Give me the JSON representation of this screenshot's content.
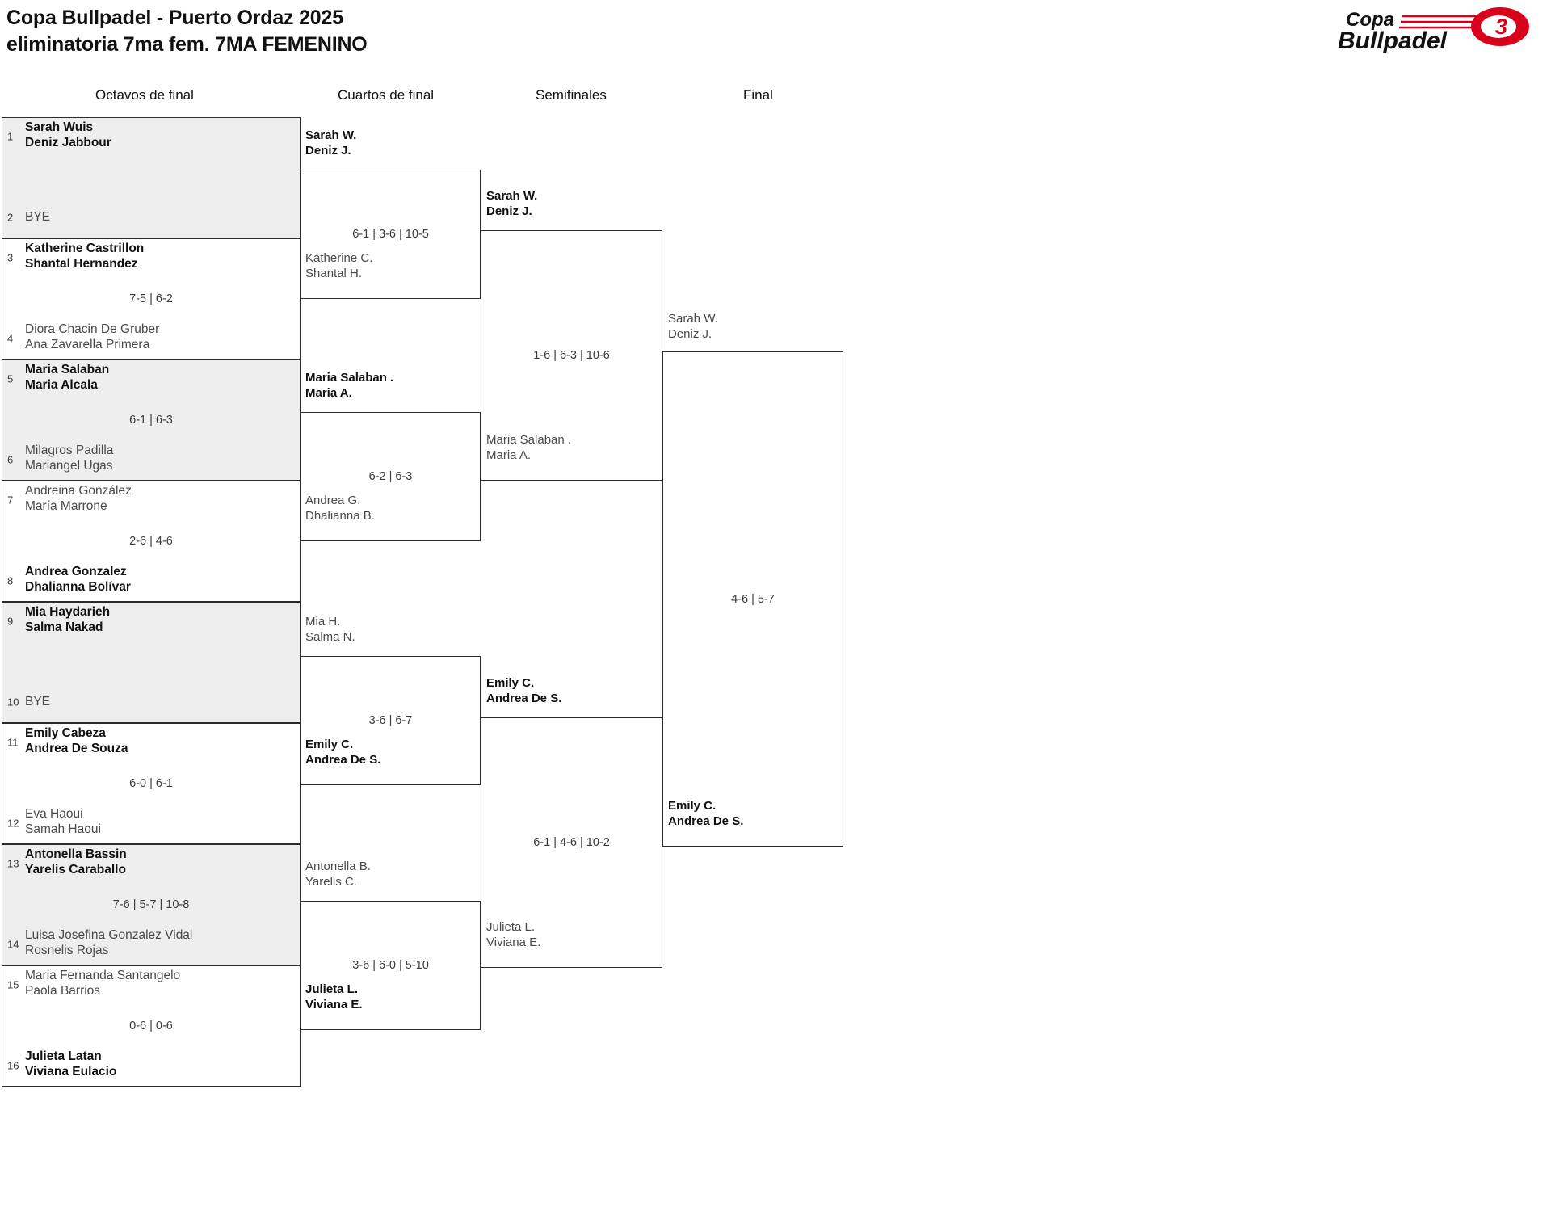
{
  "header": {
    "title": "Copa Bullpadel - Puerto Ordaz 2025\neliminatoria 7ma fem. 7MA FEMENINO",
    "logo": {
      "line1": "Copa",
      "line2": "Bullpadel",
      "emblem": "3",
      "colors": {
        "black": "#111111",
        "red": "#d9001b"
      }
    }
  },
  "rounds": [
    {
      "name": "octavos",
      "label": "Octavos de final"
    },
    {
      "name": "cuartos",
      "label": "Cuartos de final"
    },
    {
      "name": "semifinales",
      "label": "Semifinales"
    },
    {
      "name": "final",
      "label": "Final"
    }
  ],
  "chart_data": {
    "type": "bracket",
    "title": "Copa Bullpadel - Puerto Ordaz 2025 eliminatoria 7ma fem. 7MA FEMENINO",
    "rounds": [
      "Octavos de final",
      "Cuartos de final",
      "Semifinales",
      "Final"
    ],
    "entrants": 16
  },
  "round1": [
    {
      "shaded": true,
      "score": "",
      "top": {
        "seed": "1",
        "names": "Sarah Wuis\nDeniz Jabbour",
        "result": "win"
      },
      "bottom": {
        "seed": "2",
        "names": "BYE",
        "result": "bye"
      }
    },
    {
      "shaded": false,
      "score": "7-5 | 6-2",
      "top": {
        "seed": "3",
        "names": "Katherine Castrillon\nShantal Hernandez",
        "result": "win"
      },
      "bottom": {
        "seed": "4",
        "names": "Diora Chacin De Gruber\nAna Zavarella Primera",
        "result": "lose"
      }
    },
    {
      "shaded": true,
      "score": "6-1 | 6-3",
      "top": {
        "seed": "5",
        "names": "Maria Salaban\nMaria Alcala",
        "result": "win"
      },
      "bottom": {
        "seed": "6",
        "names": "Milagros Padilla\nMariangel Ugas",
        "result": "lose"
      }
    },
    {
      "shaded": false,
      "score": "2-6 | 4-6",
      "top": {
        "seed": "7",
        "names": "Andreina González\nMaría Marrone",
        "result": "lose"
      },
      "bottom": {
        "seed": "8",
        "names": "Andrea Gonzalez\nDhalianna Bolívar",
        "result": "win"
      }
    },
    {
      "shaded": true,
      "score": "",
      "top": {
        "seed": "9",
        "names": "Mia Haydarieh\nSalma Nakad",
        "result": "win"
      },
      "bottom": {
        "seed": "10",
        "names": "BYE",
        "result": "bye"
      }
    },
    {
      "shaded": false,
      "score": "6-0 | 6-1",
      "top": {
        "seed": "11",
        "names": "Emily Cabeza\nAndrea De Souza",
        "result": "win"
      },
      "bottom": {
        "seed": "12",
        "names": "Eva Haoui\nSamah Haoui",
        "result": "lose"
      }
    },
    {
      "shaded": true,
      "score": "7-6 | 5-7 | 10-8",
      "top": {
        "seed": "13",
        "names": "Antonella Bassin\nYarelis Caraballo",
        "result": "win"
      },
      "bottom": {
        "seed": "14",
        "names": "Luisa Josefina Gonzalez Vidal\nRosnelis Rojas",
        "result": "lose"
      }
    },
    {
      "shaded": false,
      "score": "0-6 | 0-6",
      "top": {
        "seed": "15",
        "names": "Maria Fernanda Santangelo\nPaola Barrios",
        "result": "lose"
      },
      "bottom": {
        "seed": "16",
        "names": "Julieta Latan\nViviana Eulacio",
        "result": "win"
      }
    }
  ],
  "round2": [
    {
      "score": "6-1 | 3-6 | 10-5",
      "top": {
        "names": "Sarah W.\nDeniz J.",
        "result": "win"
      },
      "bottom": {
        "names": "Katherine C.\nShantal H.",
        "result": "lose"
      }
    },
    {
      "score": "6-2 | 6-3",
      "top": {
        "names": "Maria Salaban .\nMaria A.",
        "result": "win"
      },
      "bottom": {
        "names": "Andrea G.\nDhalianna B.",
        "result": "lose"
      }
    },
    {
      "score": "3-6 | 6-7",
      "top": {
        "names": "Mia H.\nSalma N.",
        "result": "lose"
      },
      "bottom": {
        "names": "Emily C.\nAndrea De S.",
        "result": "win"
      }
    },
    {
      "score": "3-6 | 6-0 | 5-10",
      "top": {
        "names": "Antonella B.\nYarelis C.",
        "result": "lose"
      },
      "bottom": {
        "names": "Julieta L.\nViviana E.",
        "result": "win"
      }
    }
  ],
  "round3": [
    {
      "score": "1-6 | 6-3 | 10-6",
      "top": {
        "names": "Sarah W.\nDeniz J.",
        "result": "win"
      },
      "bottom": {
        "names": "Maria Salaban .\nMaria A.",
        "result": "lose"
      }
    },
    {
      "score": "6-1 | 4-6 | 10-2",
      "top": {
        "names": "Emily C.\nAndrea De S.",
        "result": "win"
      },
      "bottom": {
        "names": "Julieta L.\nViviana E.",
        "result": "lose"
      }
    }
  ],
  "round4": [
    {
      "score": "4-6 | 5-7",
      "top": {
        "names": "Sarah W.\nDeniz J.",
        "result": "lose"
      },
      "bottom": {
        "names": "Emily C.\nAndrea De S.",
        "result": "win"
      }
    }
  ],
  "champion": {
    "names": "Emily C.\nAndrea De S.",
    "result": "win"
  }
}
